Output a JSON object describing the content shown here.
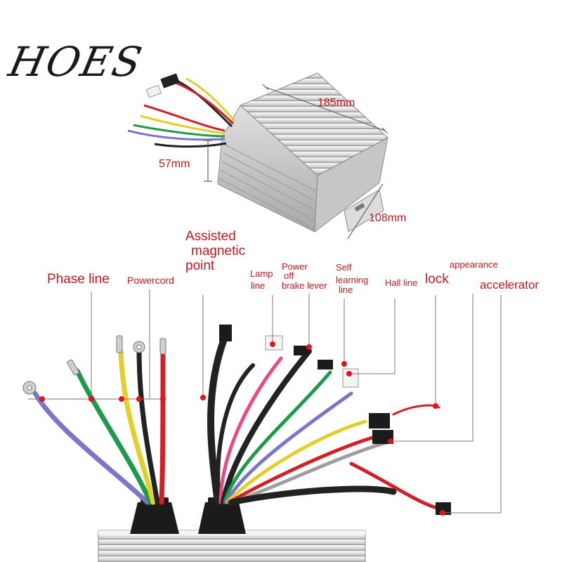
{
  "brand": {
    "name": "HOES"
  },
  "dimensions": {
    "length": "185mm",
    "height": "57mm",
    "width": "108mm"
  },
  "labels": {
    "phase_line": "Phase line",
    "powercord": "Powercord",
    "assisted": "Assisted",
    "magnetic": "magnetic",
    "point": "point",
    "lamp": "Lamp",
    "lamp_line": "line",
    "power": "Power",
    "off": "off",
    "brake_lever": "brake lever",
    "self": "Self",
    "learning": "learning",
    "self_line": "line",
    "hall_line": "Hall line",
    "lock": "lock",
    "appearance": "appearance",
    "accelerator": "accelerator"
  },
  "colors": {
    "label": "#c8161d",
    "marker": "#e0141b",
    "housing": "#d6d6d6",
    "wire_blue": "#7b77c8",
    "wire_green": "#1f9a4a",
    "wire_yellow": "#e2cf2a",
    "wire_black": "#222222",
    "wire_red": "#d41f26"
  }
}
